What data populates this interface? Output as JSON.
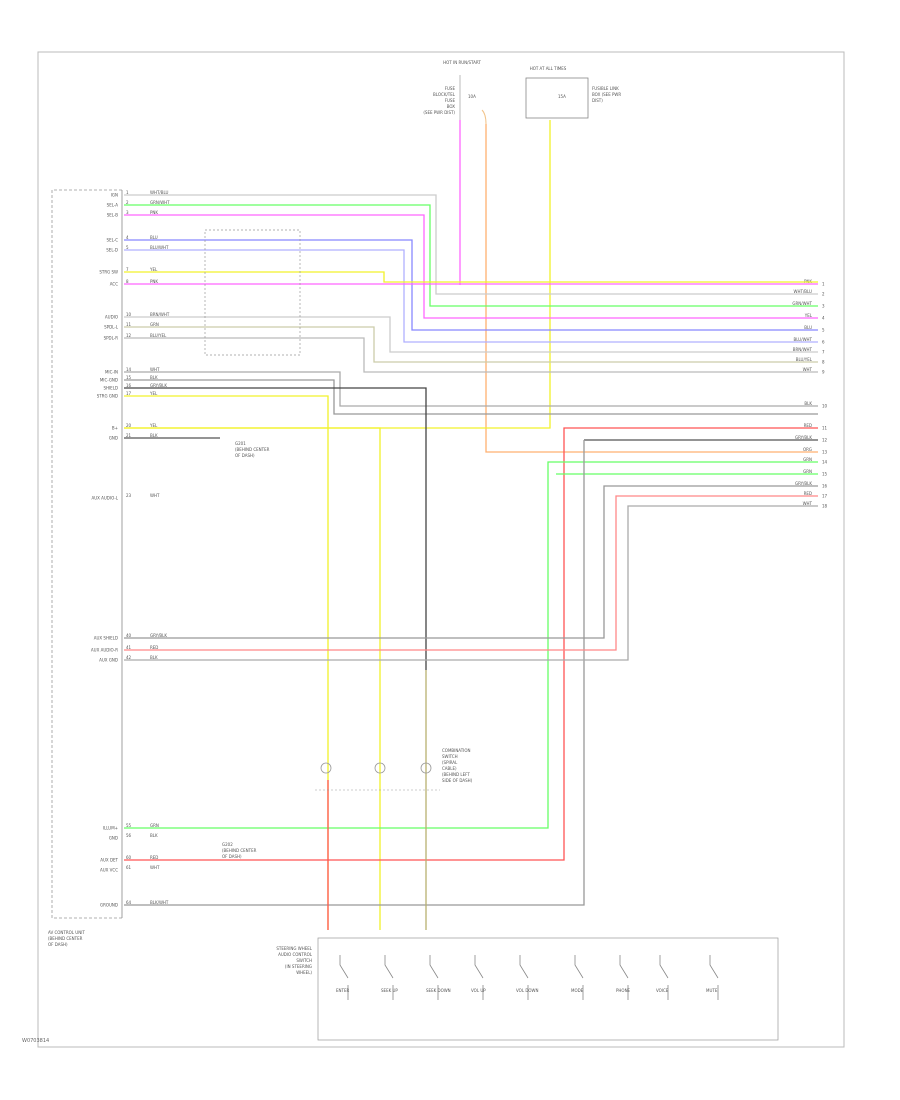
{
  "diagram": {
    "figure_id": "W0703814",
    "hot_top_left": "HOT IN RUN/START",
    "hot_top_right": "HOT AT ALL TIMES",
    "fuse_left": [
      "FUSE",
      "BLOCK/TEL",
      "FUSE",
      "BOX",
      "(SEE PWR DIST)"
    ],
    "fuse_left_rating": "10A",
    "fuse_right": [
      "FUSIBLE LINK",
      "BOX (SEE PWR",
      "DIST)"
    ],
    "fuse_right_rating": "15A",
    "module_label": [
      "AV CONTROL UNIT",
      "(BEHIND CENTER",
      "OF DASH)"
    ],
    "left_pins": [
      {
        "label": "IGN",
        "pin": "1",
        "wire": "WHT/BLU"
      },
      {
        "label": "SEL-A",
        "pin": "2",
        "wire": "GRN/WHT"
      },
      {
        "label": "SEL-B",
        "pin": "3",
        "wire": "PNK"
      },
      {
        "label": "SEL-C",
        "pin": "4",
        "wire": "BLU"
      },
      {
        "label": "SEL-D",
        "pin": "5",
        "wire": "BLU/WHT"
      },
      {
        "label": "STRG SW",
        "pin": "7",
        "wire": "YEL"
      },
      {
        "label": "ACC",
        "pin": "8",
        "wire": "PNK"
      },
      {
        "label": "AUDIO",
        "pin": "10",
        "wire": "BRN/WHT"
      },
      {
        "label": "SPDL-L",
        "pin": "11",
        "wire": "GRN"
      },
      {
        "label": "SPDL-R",
        "pin": "12",
        "wire": "BLU/YEL"
      },
      {
        "label": "MIC-IN",
        "pin": "14",
        "wire": "WHT"
      },
      {
        "label": "MIC-GND",
        "pin": "15",
        "wire": "BLK"
      },
      {
        "label": "SHIELD",
        "pin": "16",
        "wire": "GRY/BLK"
      },
      {
        "label": "STRG GND",
        "pin": "17",
        "wire": "YEL"
      },
      {
        "label": "B+",
        "pin": "20",
        "wire": "YEL"
      },
      {
        "label": "GND",
        "pin": "21",
        "wire": "BLK"
      },
      {
        "label": "AUX AUDIO-L",
        "pin": "23",
        "wire": "WHT"
      },
      {
        "label": "AUX SHIELD",
        "pin": "40",
        "wire": "GRY/BLK"
      },
      {
        "label": "AUX AUDIO-R",
        "pin": "41",
        "wire": "RED"
      },
      {
        "label": "AUX GND",
        "pin": "42",
        "wire": "BLK"
      },
      {
        "label": "ILLUM+",
        "pin": "55",
        "wire": "GRN"
      },
      {
        "label": "GND",
        "pin": "56",
        "wire": "BLK"
      },
      {
        "label": "AUX DET",
        "pin": "60",
        "wire": "RED"
      },
      {
        "label": "AUX VCC",
        "pin": "61",
        "wire": "WHT"
      },
      {
        "label": "GROUND",
        "pin": "64",
        "wire": "BLK/WHT"
      }
    ],
    "right_pins": [
      {
        "wire": "PNK",
        "pin": "1"
      },
      {
        "wire": "WHT/BLU",
        "pin": "2"
      },
      {
        "wire": "GRN/WHT",
        "pin": "3"
      },
      {
        "wire": "YEL",
        "pin": "4"
      },
      {
        "wire": "BLU",
        "pin": "5"
      },
      {
        "wire": "BLU/WHT",
        "pin": "6"
      },
      {
        "wire": "BRN/WHT",
        "pin": "7"
      },
      {
        "wire": "BLU/YEL",
        "pin": "8"
      },
      {
        "wire": "WHT",
        "pin": "9"
      },
      {
        "wire": "BLK",
        "pin": "10"
      },
      {
        "wire": "RED",
        "pin": "11"
      },
      {
        "wire": "GRY/BLK",
        "pin": "12"
      },
      {
        "wire": "ORG",
        "pin": "13"
      },
      {
        "wire": "GRN",
        "pin": "14"
      },
      {
        "wire": "GRN",
        "pin": "15"
      },
      {
        "wire": "GRY/BLK",
        "pin": "16"
      },
      {
        "wire": "RED",
        "pin": "17"
      },
      {
        "wire": "WHT",
        "pin": "18"
      }
    ],
    "ground_note_1": [
      "G201",
      "(BEHIND CENTER",
      "OF DASH)"
    ],
    "ground_note_2": [
      "G202",
      "(BEHIND CENTER",
      "OF DASH)"
    ],
    "connector_note": [
      "COMBINATION",
      "SWITCH",
      "(SPIRAL",
      "CABLE)",
      "(BEHIND LEFT",
      "SIDE OF DASH)"
    ],
    "switch_assembly_label": [
      "STEERING WHEEL",
      "AUDIO CONTROL",
      "SWITCH",
      "(IN STEERING",
      "WHEEL)"
    ],
    "switch_labels": [
      "ENTER",
      "SEEK UP",
      "SEEK DOWN",
      "VOL UP",
      "VOL DOWN",
      "MODE",
      "PHONE",
      "VOICE",
      "MUTE"
    ]
  }
}
